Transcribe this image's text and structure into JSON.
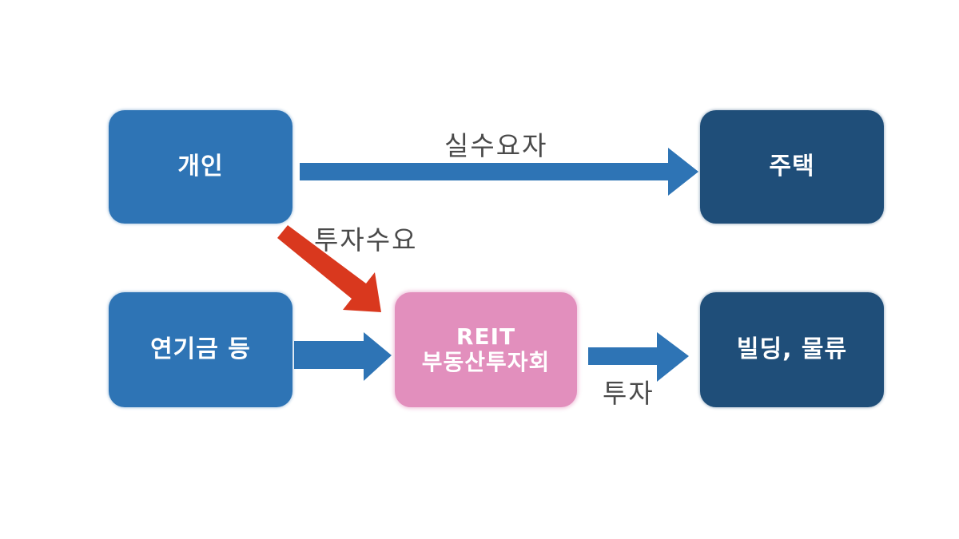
{
  "diagram": {
    "nodes": [
      {
        "id": "individual",
        "label": "개인",
        "color": "#2e74b5"
      },
      {
        "id": "pension",
        "label": "연기금 등",
        "color": "#2e74b5"
      },
      {
        "id": "reit",
        "label_line1": "REIT",
        "label_line2": "부동산투자회",
        "color": "#e28fbd"
      },
      {
        "id": "housing",
        "label": "주택",
        "color": "#1f4e79"
      },
      {
        "id": "building",
        "label": "빌딩, 물류",
        "color": "#1f4e79"
      }
    ],
    "edges": [
      {
        "from": "individual",
        "to": "housing",
        "label": "실수요자",
        "color": "#2e74b5"
      },
      {
        "from": "individual",
        "to": "reit",
        "label": "투자수요",
        "color": "#d9381e"
      },
      {
        "from": "pension",
        "to": "reit",
        "label": "",
        "color": "#2e74b5"
      },
      {
        "from": "reit",
        "to": "building",
        "label": "투자",
        "color": "#2e74b5"
      }
    ]
  }
}
